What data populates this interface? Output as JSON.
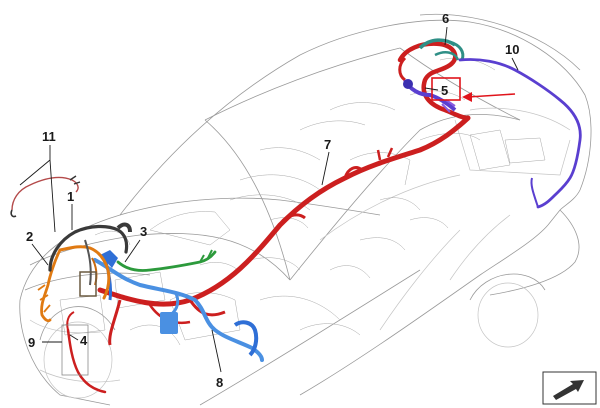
{
  "callouts": {
    "c1": "1",
    "c2": "2",
    "c3": "3",
    "c4": "4",
    "c5": "5",
    "c6": "6",
    "c7": "7",
    "c8": "8",
    "c9": "9",
    "c10": "10",
    "c11": "11"
  },
  "colors": {
    "main_harness": "#cc1f1f",
    "orange_harness": "#e07a12",
    "blue_harness": "#2f6fd6",
    "light_blue_harness": "#4a90e2",
    "green_harness": "#2c9a3c",
    "teal_harness": "#2f8f86",
    "purple_harness": "#5a3fd0",
    "dark_harness": "#3a3a3a",
    "highlight_box": "#e0141b",
    "arrow": "#e0141b"
  },
  "icons": {
    "nav_icon": "navigation-arrow-icon"
  }
}
